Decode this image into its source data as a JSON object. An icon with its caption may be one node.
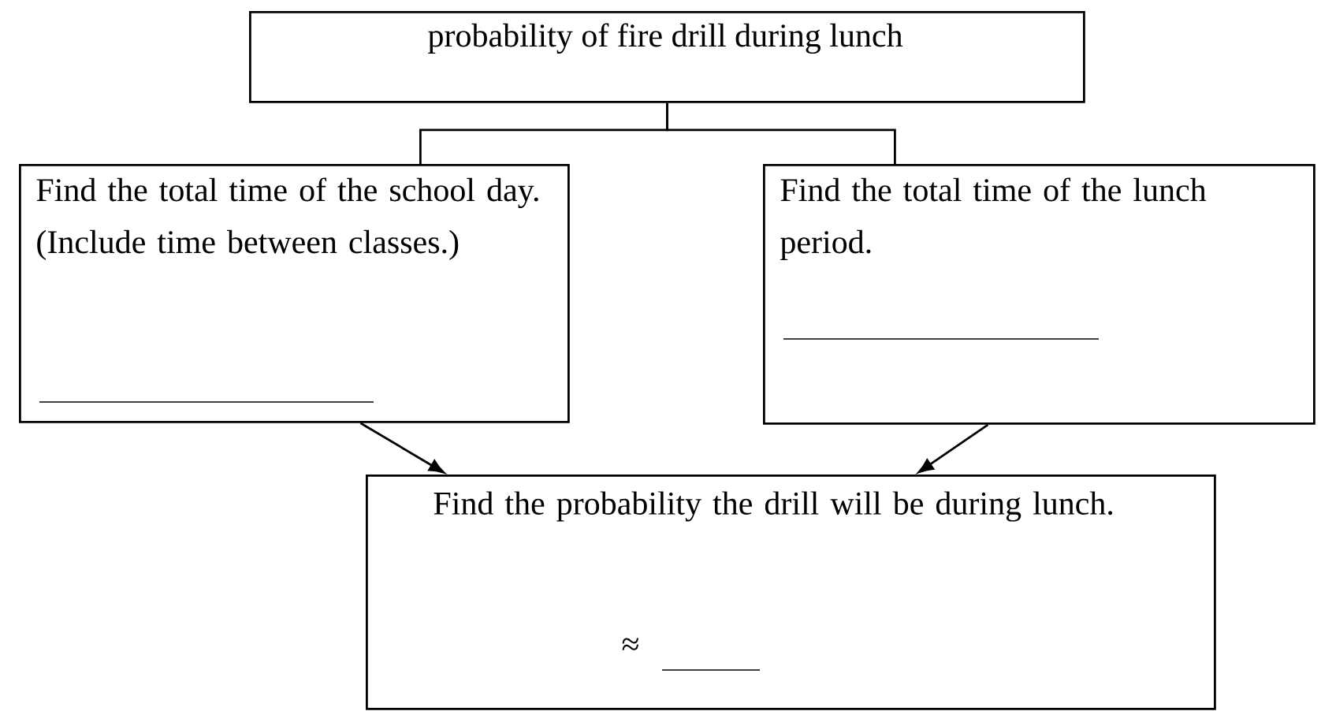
{
  "diagram": {
    "nodes": [
      {
        "text": [
          "probability of fire drill during lunch"
        ]
      },
      {
        "text": [
          "Find the total time of the school day. (Include time between classes.)"
        ]
      },
      {
        "text": [
          "Find the total time of the lunch period."
        ]
      },
      {
        "text": [
          "Find the probability the drill will be during lunch.",
          "≈"
        ]
      }
    ],
    "edges": [
      {
        "from": 0,
        "to": 1,
        "arrow": "none"
      },
      {
        "from": 0,
        "to": 2,
        "arrow": "none"
      },
      {
        "from": 1,
        "to": 3,
        "arrow": "to"
      },
      {
        "from": 2,
        "to": 3,
        "arrow": "to"
      }
    ]
  }
}
